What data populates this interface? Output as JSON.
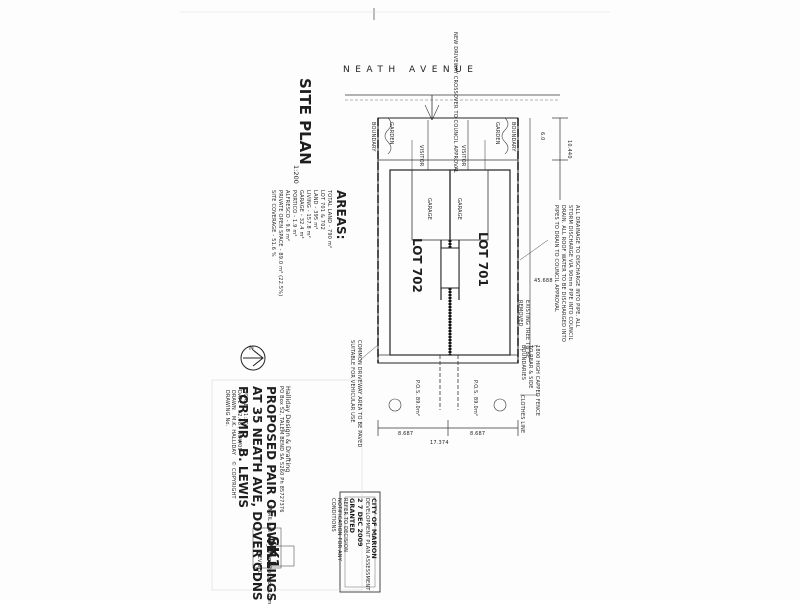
{
  "street": {
    "name": "NEATH AVENUE"
  },
  "top_notes": {
    "approval": "NEW DRIVEWAY CROSSOVER TO COUNCIL APPROVAL"
  },
  "plan": {
    "title": "SITE PLAN",
    "scale": "1:200",
    "lot_left": "LOT 702",
    "lot_right": "LOT 701",
    "garage_left": "GARAGE",
    "garage_right": "GARAGE",
    "garden_left": "GARDEN",
    "garden_right": "GARDEN",
    "visitor_left": "VISITOR",
    "visitor_right": "VISITOR",
    "dim_setback": "6.0",
    "dim_front": "10.440",
    "dim_side": "45.688",
    "dim_bottom_left": "8.687",
    "dim_bottom_right": "8.687",
    "dim_bottom_total": "17.374",
    "pos_left": "P.O.S. 89.0m²",
    "pos_right": "P.O.S. 89.0m²",
    "boundary_left": "BOUNDARY",
    "boundary_right": "BOUNDARY",
    "note_drainage": "ALL DRAINAGE TO DISCHARGE INTO PIPE. ALL STORM DISCHARGE VIA 90mm PIPE INTO COUNCIL DRAIN. ALL ROOF WATER TO BE DISCHARGED INTO PIPES TO DRAIN TO COUNCIL APPROVAL",
    "note_fence": "1800 HIGH CAPPED FENCE TO REAR & SIDE BOUNDARIES",
    "note_clothes": "CLOTHES LINE",
    "note_tree": "EXISTING TREE TO BE REMOVED",
    "note_rear": "COMMON DRIVEWAY AREA TO BE PAVED SUITABLE FOR VEHICULAR USE"
  },
  "areas": {
    "heading": "AREAS:",
    "lines": [
      "TOTAL LAND - 790 m²",
      "LOT 701 & 702",
      "LAND - 395 m²",
      "LIVING - 157.8 m²",
      "GARAGE - 32.4 m²",
      "PORTICO - 1.9 m²",
      "ALFRESCO - 9.8 m²",
      "PRIVATE OPEN SPACE - 89.0 m² (22.5%)",
      "SITE COVERAGE - 51.6 %"
    ]
  },
  "title_block": {
    "firm": "Halliday Design & Drafting",
    "contact": "PO Box 52, TALEM BEND SA 5260 Ph 85727376",
    "project_line1": "PROPOSED PAIR OF DWELLINGS",
    "project_line2": "AT 35 NEATH AVE, DOVER GDNS",
    "project_line3": "FOR MR. B. LEWIS",
    "scale_label": "SCALE",
    "scale_value": "1:200",
    "date_label": "DATE",
    "date_value": "02.08 / NOV/09",
    "drawn_label": "DRAWN",
    "drawn_value": "M.K. HALLIDAY",
    "drawing_label": "DRAWING No.",
    "copyright": "© COPYRIGHT",
    "email": "EMAIL halliday_design@bigpond.com",
    "sheet_no": "SK1",
    "revised": "REVISED"
  },
  "stamp": {
    "council": "CITY OF MARION",
    "line2": "DEVELOPMENT PLAN ASSESSMENT",
    "date": "2 7 DEC 2009",
    "status": "GRANTED",
    "line5": "REFER TO DECISION NOTIFICATION FOR ANY CONDITIONS"
  },
  "north": {
    "label": "N"
  }
}
